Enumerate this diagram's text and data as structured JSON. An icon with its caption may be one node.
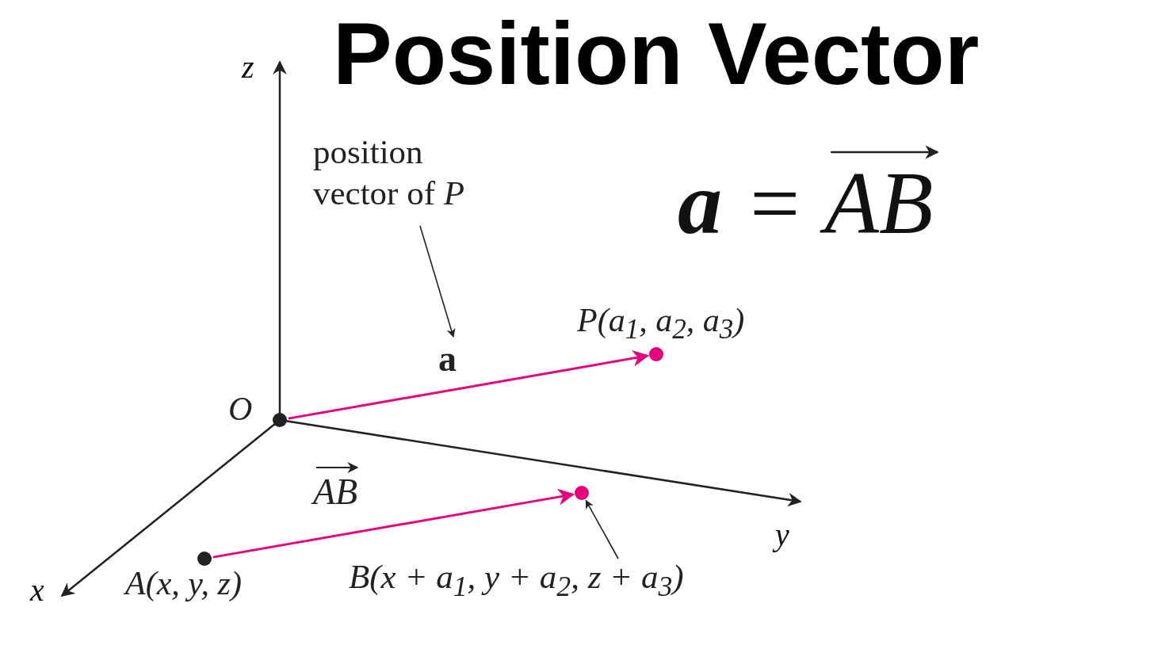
{
  "diagram": {
    "title": "Position Vector",
    "nodes": [
      {
        "text": [],
        "shape": "circle",
        "beside": [
          "O"
        ]
      },
      {
        "text": [
          "position vector of *P*"
        ]
      },
      {
        "text": [],
        "shape": "circle",
        "beside": [
          "P(a$_{1}$, a$_{2}$, a$_{3}$)"
        ]
      },
      {
        "text": [],
        "shape": "circle",
        "beside": [
          "A(x, y, z)"
        ]
      },
      {
        "text": [],
        "shape": "circle"
      },
      {
        "text": [
          "B(x + a$_{1}$, y + a$_{2}$, z + a$_{3}$)"
        ]
      }
    ],
    "edges": [
      {
        "from": 0,
        "to": 2,
        "arrow": "to",
        "label": "a",
        "color": "#e6007e"
      },
      {
        "from": 1,
        "to": null,
        "arrow": "to",
        "color": "#222222"
      },
      {
        "from": 3,
        "to": 4,
        "arrow": "to",
        "label": "AB",
        "color": "#e6007e"
      },
      {
        "from": 5,
        "to": 4,
        "arrow": "to",
        "color": "#222222"
      }
    ],
    "labels": [
      "z",
      "**a** = AB",
      "y",
      "x"
    ]
  }
}
